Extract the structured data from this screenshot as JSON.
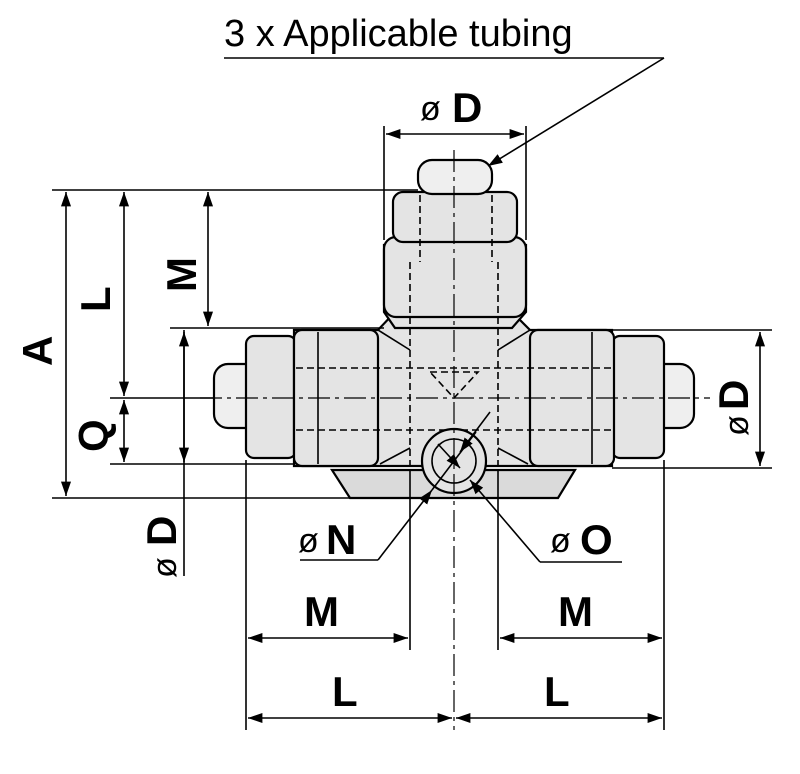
{
  "diagram": {
    "callout": "3 x Applicable tubing",
    "phi": "ø",
    "labels": {
      "D_top": "D",
      "D_right": "D",
      "D_left": "D",
      "A": "A",
      "L_vert": "L",
      "M_vert": "M",
      "Q": "Q",
      "N": "N",
      "O": "O",
      "M_left": "M",
      "M_right": "M",
      "L_left": "L",
      "L_right": "L"
    }
  }
}
